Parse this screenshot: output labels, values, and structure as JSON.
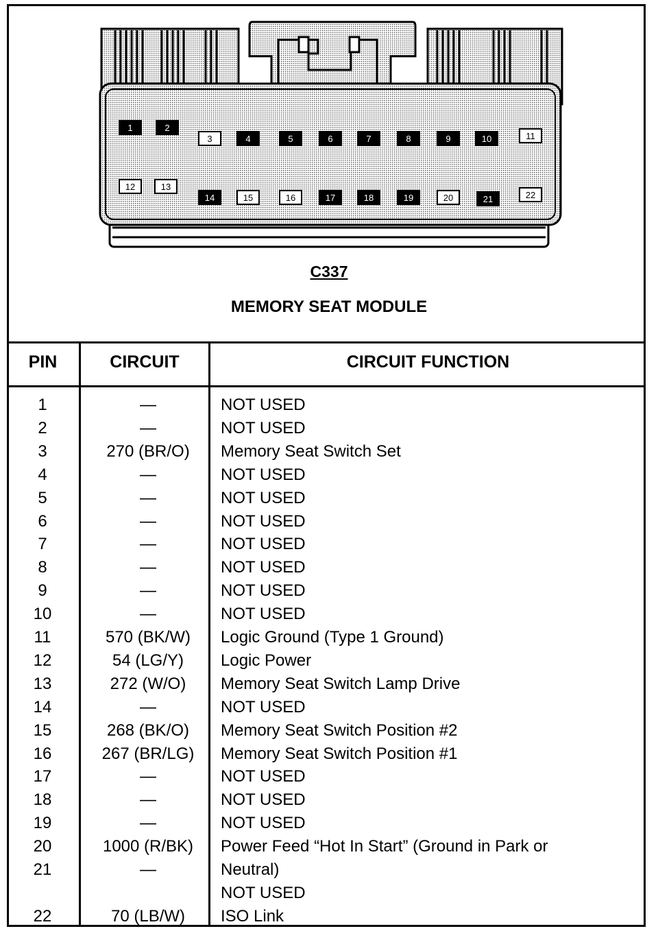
{
  "connector": {
    "id": "C337",
    "name": "MEMORY SEAT MODULE",
    "top_row_pins": [
      "1",
      "2",
      "3",
      "4",
      "5",
      "6",
      "7",
      "8",
      "9",
      "10",
      "11"
    ],
    "bottom_row_pins": [
      "12",
      "13",
      "14",
      "15",
      "16",
      "17",
      "18",
      "19",
      "20",
      "21",
      "22"
    ],
    "filled_pins": [
      "1",
      "2",
      "4",
      "5",
      "6",
      "7",
      "8",
      "9",
      "10",
      "14",
      "17",
      "18",
      "19",
      "21"
    ]
  },
  "table": {
    "headers": [
      "PIN",
      "CIRCUIT",
      "CIRCUIT FUNCTION"
    ],
    "rows": [
      {
        "pin": "1",
        "circuit": "—",
        "function": "NOT USED"
      },
      {
        "pin": "2",
        "circuit": "—",
        "function": "NOT USED"
      },
      {
        "pin": "3",
        "circuit": "270 (BR/O)",
        "function": "Memory Seat Switch Set"
      },
      {
        "pin": "4",
        "circuit": "—",
        "function": "NOT USED"
      },
      {
        "pin": "5",
        "circuit": "—",
        "function": "NOT USED"
      },
      {
        "pin": "6",
        "circuit": "—",
        "function": "NOT USED"
      },
      {
        "pin": "7",
        "circuit": "—",
        "function": "NOT USED"
      },
      {
        "pin": "8",
        "circuit": "—",
        "function": "NOT USED"
      },
      {
        "pin": "9",
        "circuit": "—",
        "function": "NOT USED"
      },
      {
        "pin": "10",
        "circuit": "—",
        "function": "NOT USED"
      },
      {
        "pin": "11",
        "circuit": "570 (BK/W)",
        "function": "Logic Ground (Type 1 Ground)"
      },
      {
        "pin": "12",
        "circuit": "54 (LG/Y)",
        "function": "Logic Power"
      },
      {
        "pin": "13",
        "circuit": "272 (W/O)",
        "function": "Memory Seat Switch Lamp Drive"
      },
      {
        "pin": "14",
        "circuit": "—",
        "function": "NOT USED"
      },
      {
        "pin": "15",
        "circuit": "268 (BK/O)",
        "function": "Memory Seat Switch Position #2"
      },
      {
        "pin": "16",
        "circuit": "267 (BR/LG)",
        "function": "Memory Seat Switch Position  #1"
      },
      {
        "pin": "17",
        "circuit": "—",
        "function": "NOT USED"
      },
      {
        "pin": "18",
        "circuit": "—",
        "function": "NOT USED"
      },
      {
        "pin": "19",
        "circuit": "—",
        "function": "NOT USED"
      },
      {
        "pin": "20",
        "circuit": "1000 (R/BK)",
        "function": "Power Feed “Hot In Start” (Ground in Park or"
      },
      {
        "pin": "21",
        "circuit": "—",
        "function": "Neutral)"
      },
      {
        "pin": "",
        "circuit": "",
        "function": "NOT USED"
      },
      {
        "pin": "22",
        "circuit": "70 (LB/W)",
        "function": "ISO Link"
      }
    ]
  }
}
